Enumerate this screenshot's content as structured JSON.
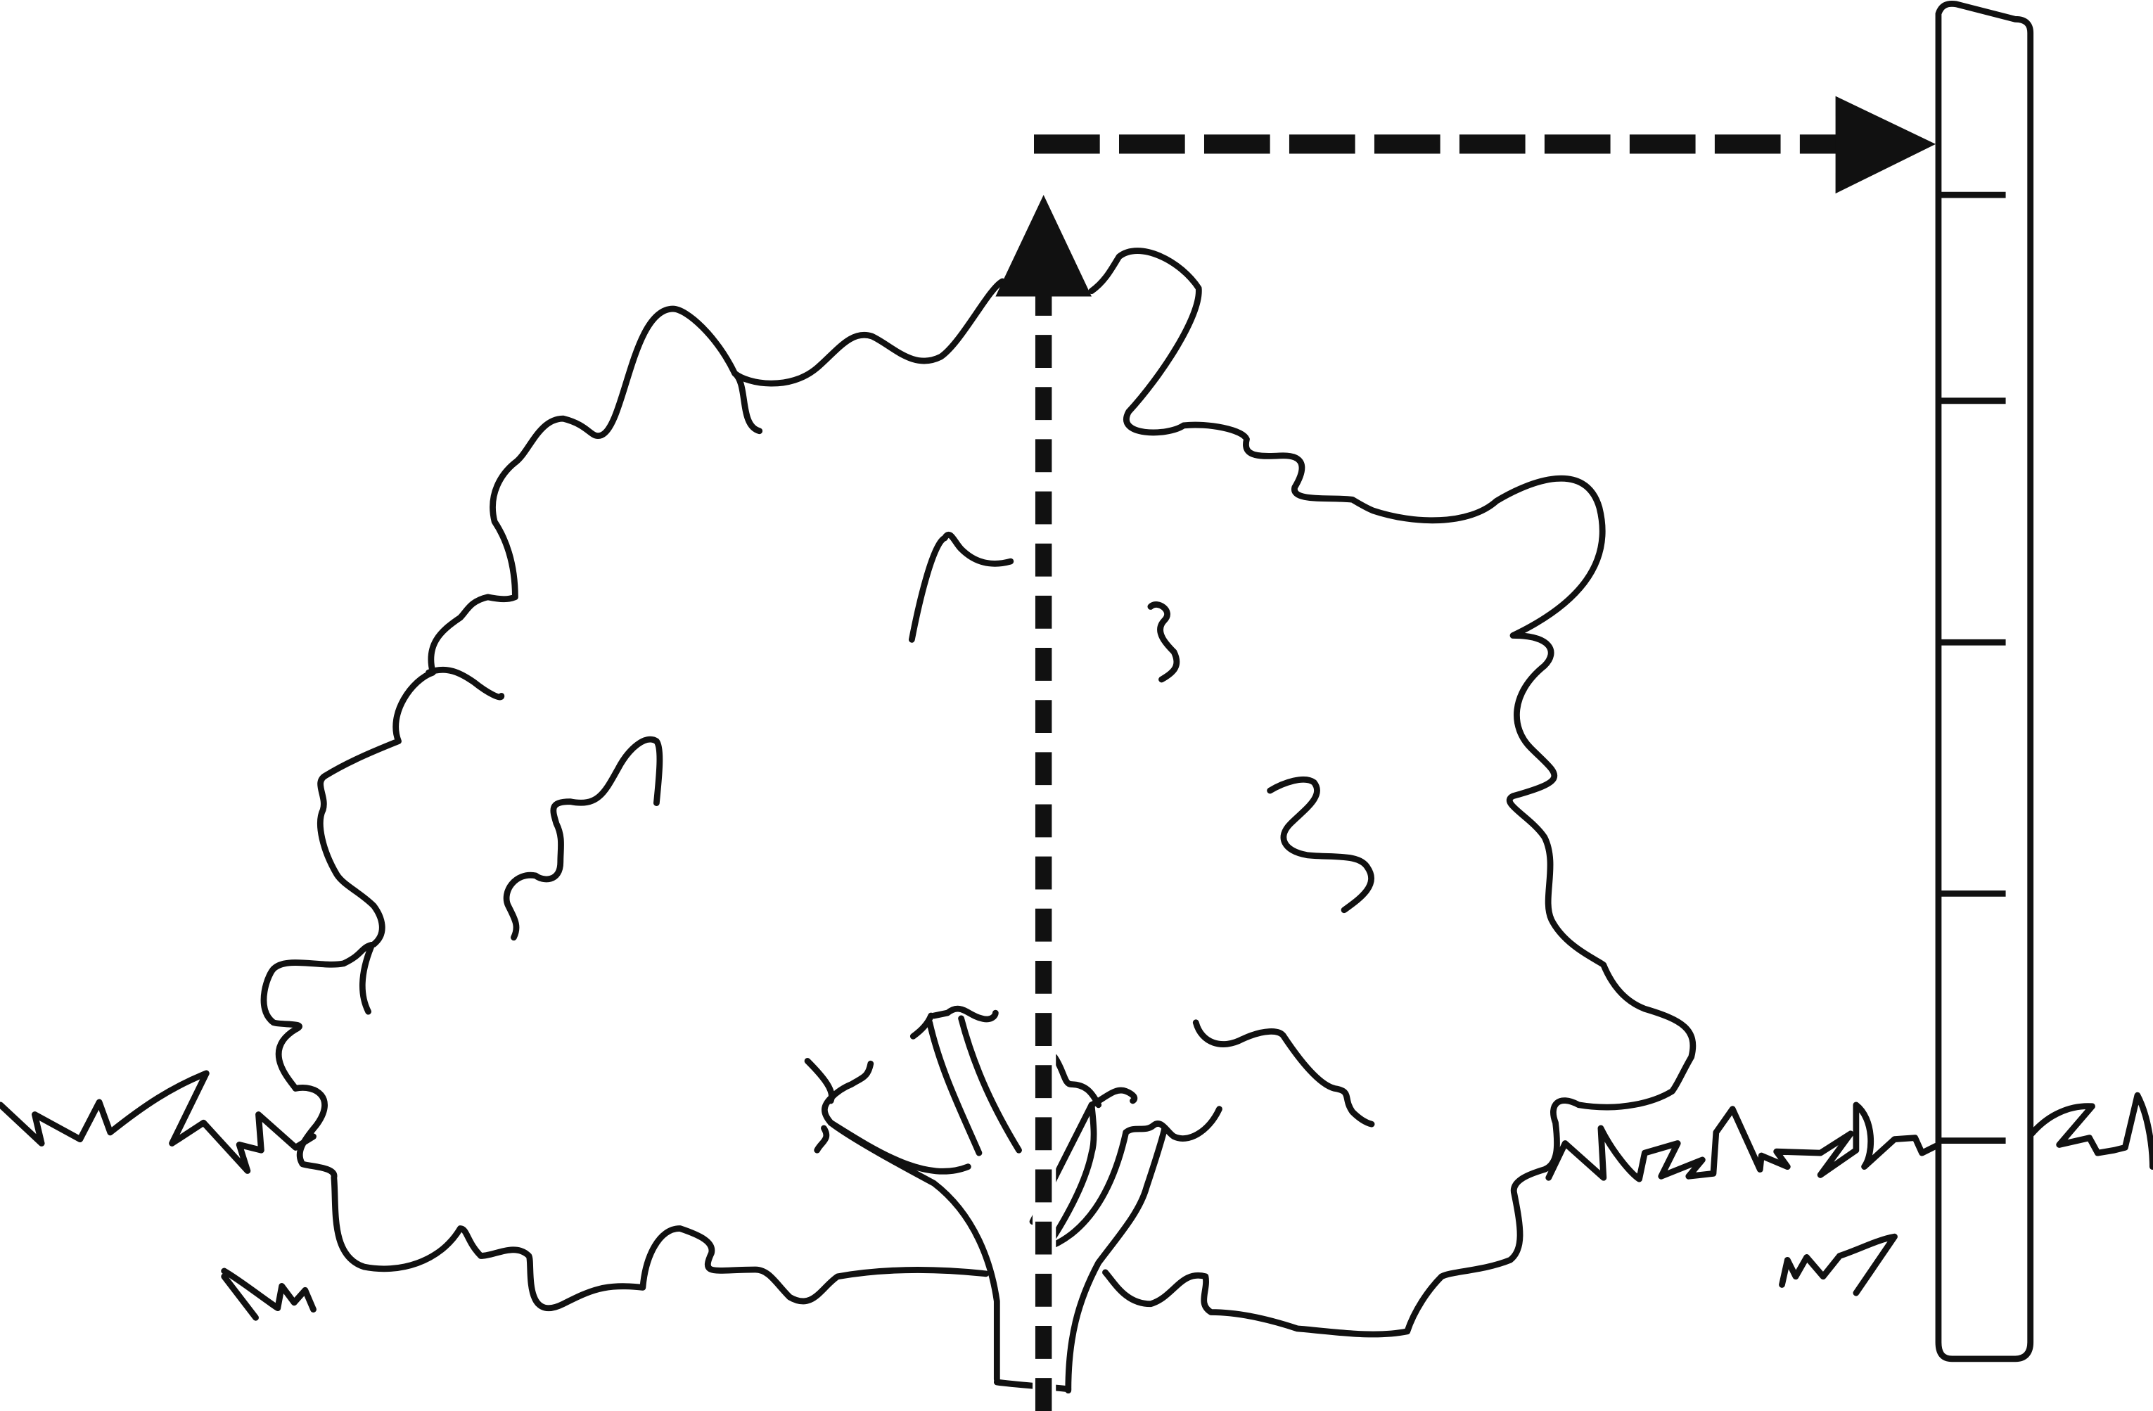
{
  "diagram": {
    "subject": "tree-height-measurement",
    "elements": [
      "ground-grass",
      "bush",
      "measuring-pole",
      "vertical-height-arrow",
      "horizontal-projection-arrow"
    ],
    "pole_tick_count": 5,
    "colors": {
      "ink": "#111111",
      "background": "#ffffff"
    }
  }
}
